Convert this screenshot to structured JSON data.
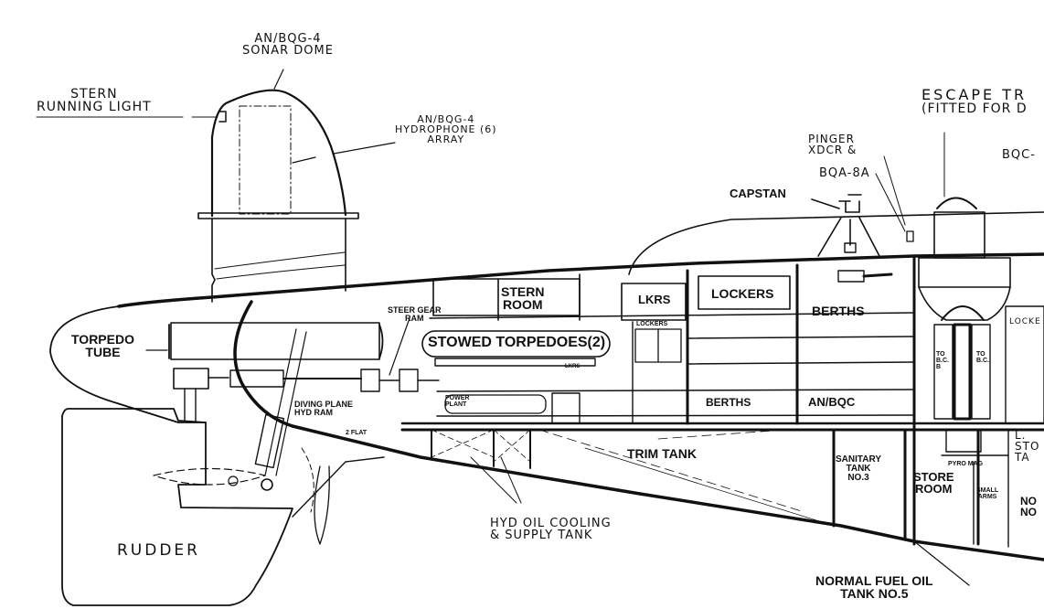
{
  "diagram": {
    "title": "Submarine stern section cutaway (partial view)",
    "labels": {
      "sonar_dome": [
        "AN/BQG-4",
        "SONAR DOME"
      ],
      "stern_running_light": [
        "STERN",
        "RUNNING LIGHT"
      ],
      "hydrophone_array": [
        "AN/BQG-4",
        "HYDROPHONE (6)",
        "ARRAY"
      ],
      "escape_trunk": [
        "ESCAPE TR",
        "(FITTED FOR D"
      ],
      "pinger": [
        "PINGER",
        "XDCR &"
      ],
      "bqa": "BQA-8A",
      "bqc": "BQC-",
      "capstan": "CAPSTAN",
      "torpedo_tube": [
        "TORPEDO",
        "TUBE"
      ],
      "steer_gear_ram": [
        "STEER GEAR",
        "RAM"
      ],
      "stern_room": [
        "STERN",
        "ROOM"
      ],
      "lkrs": "LKRS",
      "lockers_upper": "LOCKERS",
      "lockers_small": "LOCKERS",
      "lkrs_small": "LKRS",
      "berths_upper": "BERTHS",
      "berths_lower": "BERTHS",
      "an_bqc": "AN/BQC",
      "stowed_torpedoes": "STOWED TORPEDOES(2)",
      "power_plant": [
        "POWER",
        "PLANT"
      ],
      "diving_plane_ram": [
        "DIVING PLANE",
        "HYD RAM"
      ],
      "flat": "2 FLAT",
      "trim_tank": "TRIM TANK",
      "sanitary_tank": [
        "SANITARY",
        "TANK",
        "NO.3"
      ],
      "store_room": [
        "STORE",
        "ROOM"
      ],
      "pyro_mag": "PYRO MAG",
      "small_arms": [
        "SMALL",
        "ARMS"
      ],
      "to_bc_left": [
        "TO",
        "B.C.",
        "B"
      ],
      "to_bc_right": [
        "TO",
        "B.C."
      ],
      "lockers_right": "LOCKE",
      "lo_storage": [
        "L.",
        "STO",
        "TA"
      ],
      "no_partial": [
        "NO",
        "NO"
      ],
      "hyd_oil": [
        "HYD OIL COOLING",
        "& SUPPLY TANK"
      ],
      "normal_fuel_oil": [
        "NORMAL FUEL OIL",
        "TANK NO.5"
      ],
      "rudder": "RUDDER"
    }
  }
}
